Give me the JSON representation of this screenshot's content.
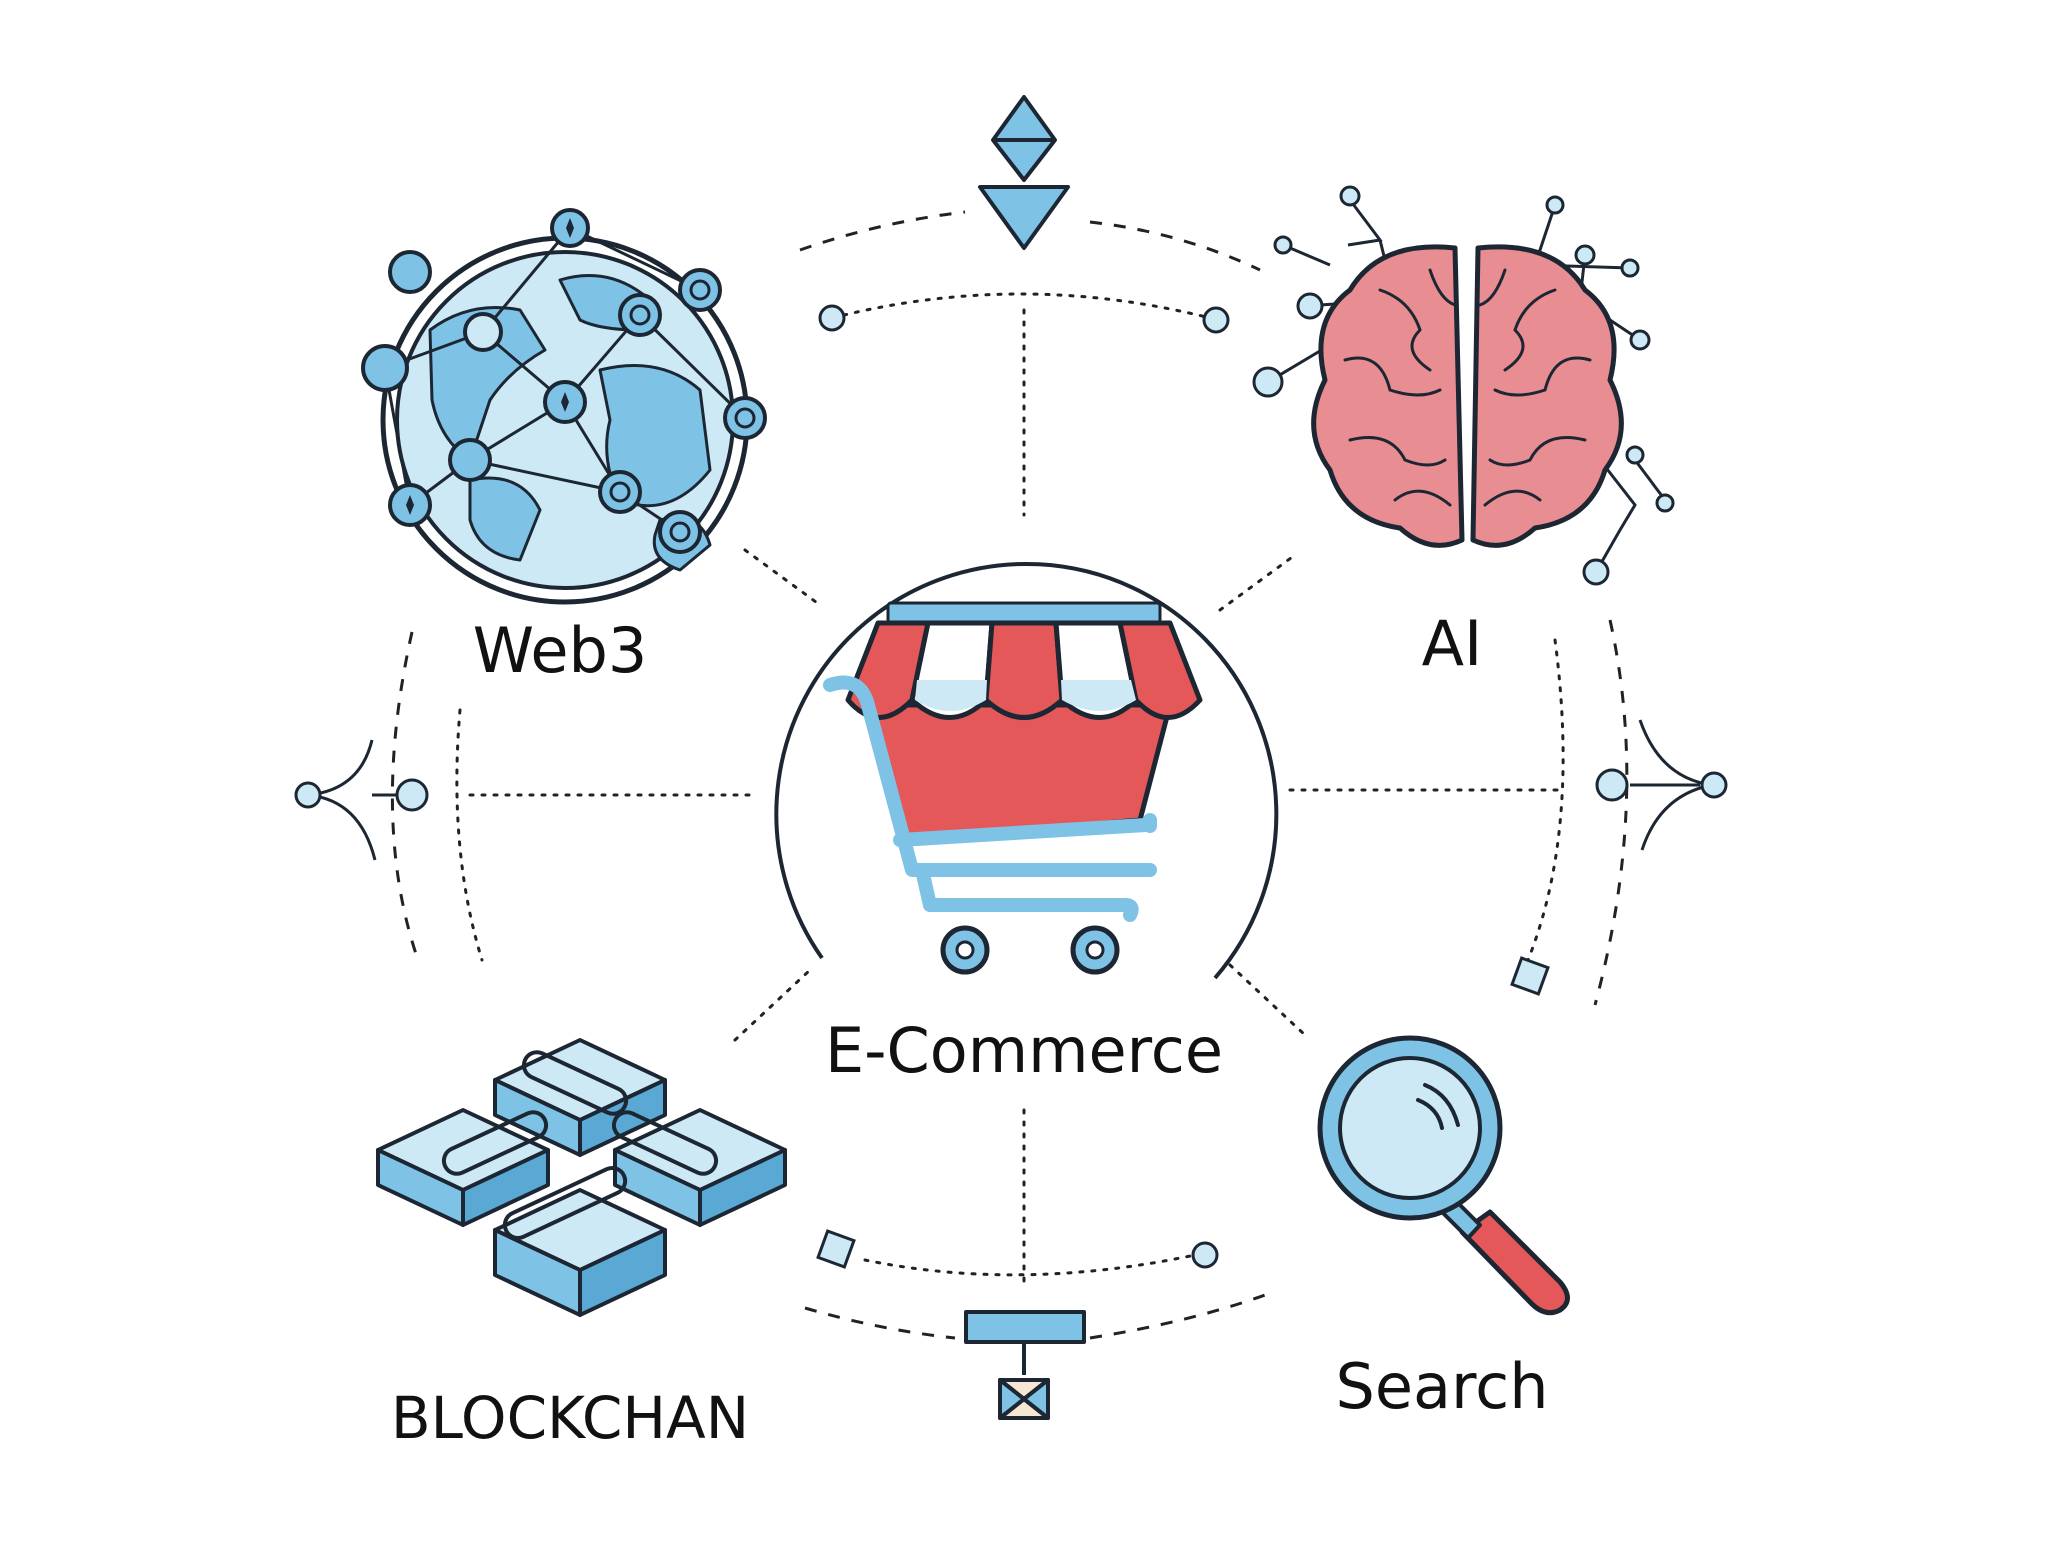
{
  "hub": {
    "label": "E-Commerce"
  },
  "nodes": [
    {
      "id": "web3",
      "label": "Web3",
      "icon": "globe-network-icon"
    },
    {
      "id": "ai",
      "label": "AI",
      "icon": "brain-network-icon"
    },
    {
      "id": "blockchain",
      "label": "BLOCKCHAN",
      "icon": "linked-blocks-icon"
    },
    {
      "id": "search",
      "label": "Search",
      "icon": "magnifier-icon"
    }
  ],
  "colors": {
    "blue": "#7ec2e6",
    "blue_light": "#cde9f6",
    "red": "#e4585a",
    "pink": "#e88d92",
    "ink": "#1d2733"
  }
}
